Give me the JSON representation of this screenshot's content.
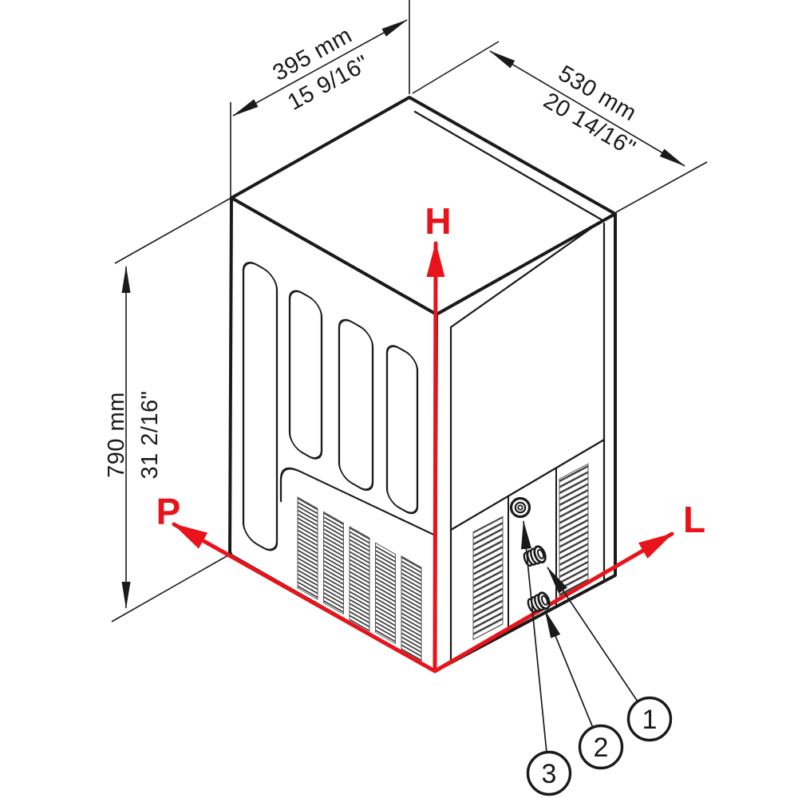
{
  "diagram": {
    "type": "isometric-dimension-drawing",
    "subject": "ice-maker-cabinet",
    "dimensions": {
      "width": {
        "metric": "395 mm",
        "imperial": "15 9/16\""
      },
      "depth": {
        "metric": "530 mm",
        "imperial": "20 14/16\""
      },
      "height": {
        "metric": "790 mm",
        "imperial": "31 2/16\""
      }
    },
    "axes": {
      "height_label": "H",
      "depth_label": "P",
      "width_label": "L",
      "color": "#e8131b"
    },
    "callouts": [
      {
        "number": "1"
      },
      {
        "number": "2"
      },
      {
        "number": "3"
      }
    ],
    "colors": {
      "line": "#1a1a1a",
      "accent": "#e8131b",
      "vent_hatch": "#3f3f3f",
      "background": "#ffffff"
    }
  }
}
